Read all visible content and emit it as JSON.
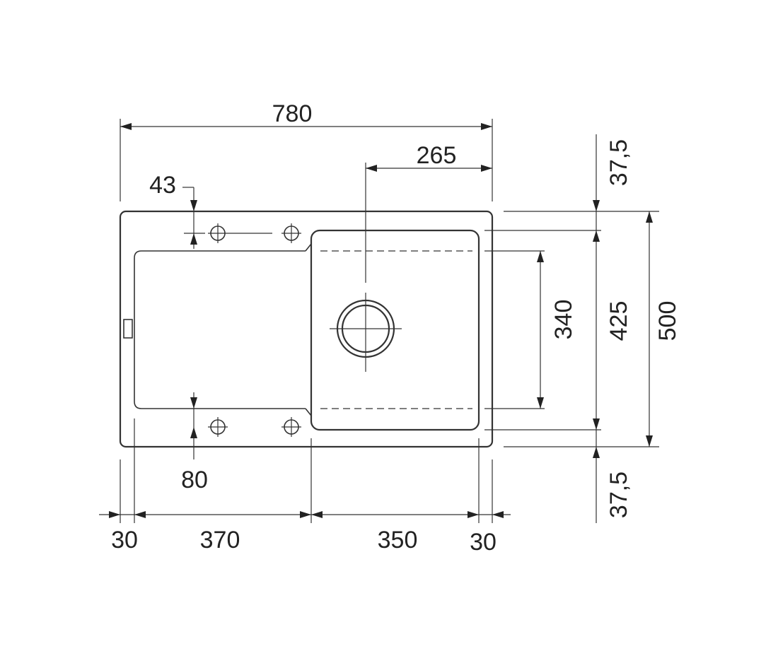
{
  "drawing": {
    "colors": {
      "line": "#333333",
      "text": "#222222",
      "background": "#ffffff"
    },
    "dimensions": {
      "overall_width": "780",
      "drain_offset": "265",
      "left_border": "30",
      "drainer_width": "370",
      "bowl_width": "350",
      "right_border": "30",
      "overall_depth": "500",
      "bowl_depth_outer": "425",
      "bowl_depth_inner": "340",
      "top_margin": "37,5",
      "bottom_margin": "37,5",
      "tap_hole_offset_top": "43",
      "tap_hole_offset_bottom": "80"
    }
  }
}
